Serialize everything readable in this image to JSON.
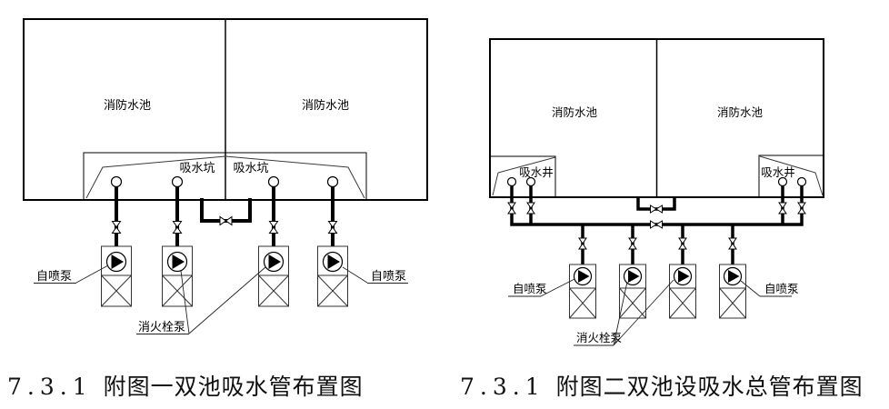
{
  "fig1": {
    "caption": {
      "number": "7.3.1",
      "title": "附图一双池吸水管布置图"
    },
    "labels": {
      "tank_left": "消防水池",
      "tank_right": "消防水池",
      "pit_left": "吸水坑",
      "pit_right": "吸水坑",
      "sprinkler_pump_left": "自喷泵",
      "sprinkler_pump_right": "自喷泵",
      "hydrant_pump": "消火栓泵"
    }
  },
  "fig2": {
    "caption": {
      "number": "7.3.1",
      "title": "附图二双池设吸水总管布置图"
    },
    "labels": {
      "tank_left": "消防水池",
      "tank_right": "消防水池",
      "well_left": "吸水井",
      "well_right": "吸水井",
      "sprinkler_pump_left": "自喷泵",
      "sprinkler_pump_right": "自喷泵",
      "hydrant_pump": "消火栓泵"
    }
  },
  "colors": {
    "ink": "#000000",
    "paper": "#ffffff"
  }
}
